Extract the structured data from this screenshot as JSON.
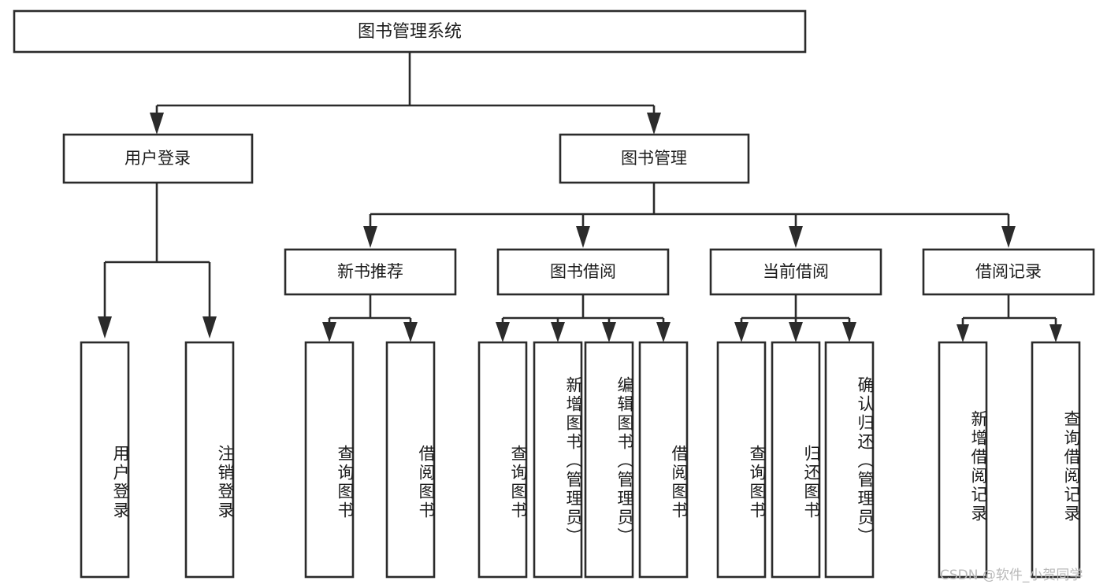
{
  "diagram": {
    "title": "图书管理系统",
    "type": "hierarchy-tree",
    "orientation": "top-down",
    "root": {
      "id": "root",
      "label": "图书管理系统",
      "level": 0
    },
    "level1": [
      {
        "id": "user-login",
        "label": "用户登录",
        "level": 1
      },
      {
        "id": "book-management",
        "label": "图书管理",
        "level": 1
      }
    ],
    "level2": [
      {
        "id": "new-book-recommend",
        "label": "新书推荐",
        "level": 2,
        "parent": "book-management"
      },
      {
        "id": "book-borrow",
        "label": "图书借阅",
        "level": 2,
        "parent": "book-management"
      },
      {
        "id": "current-borrow",
        "label": "当前借阅",
        "level": 2,
        "parent": "book-management"
      },
      {
        "id": "borrow-record",
        "label": "借阅记录",
        "level": 2,
        "parent": "book-management"
      }
    ],
    "leaves": [
      {
        "id": "leaf-user-login",
        "label": "用户登录",
        "parent": "user-login"
      },
      {
        "id": "leaf-user-logout",
        "label": "注销登录",
        "parent": "user-login"
      },
      {
        "id": "leaf-query-book-1",
        "label": "查询图书",
        "parent": "new-book-recommend"
      },
      {
        "id": "leaf-borrow-book-1",
        "label": "借阅图书",
        "parent": "new-book-recommend"
      },
      {
        "id": "leaf-query-book-2",
        "label": "查询图书",
        "parent": "book-borrow"
      },
      {
        "id": "leaf-add-book",
        "label": "新增图书（管理员）",
        "parent": "book-borrow"
      },
      {
        "id": "leaf-edit-book",
        "label": "编辑图书（管理员）",
        "parent": "book-borrow"
      },
      {
        "id": "leaf-borrow-book-2",
        "label": "借阅图书",
        "parent": "book-borrow"
      },
      {
        "id": "leaf-query-book-3",
        "label": "查询图书",
        "parent": "current-borrow"
      },
      {
        "id": "leaf-return-book",
        "label": "归还图书",
        "parent": "current-borrow"
      },
      {
        "id": "leaf-confirm-return",
        "label": "确认归还（管理员）",
        "parent": "current-borrow"
      },
      {
        "id": "leaf-add-record",
        "label": "新增借阅记录",
        "parent": "borrow-record"
      },
      {
        "id": "leaf-query-record",
        "label": "查询借阅记录",
        "parent": "borrow-record"
      }
    ]
  },
  "watermark": {
    "text": "CSDN @软件_小贺同学"
  },
  "colors": {
    "background": "#ffffff",
    "box_fill": "#ffffff",
    "box_stroke": "#2b2b2b",
    "connector": "#2b2b2b",
    "text": "#1c1c1c",
    "watermark": "#b9b9b9"
  }
}
